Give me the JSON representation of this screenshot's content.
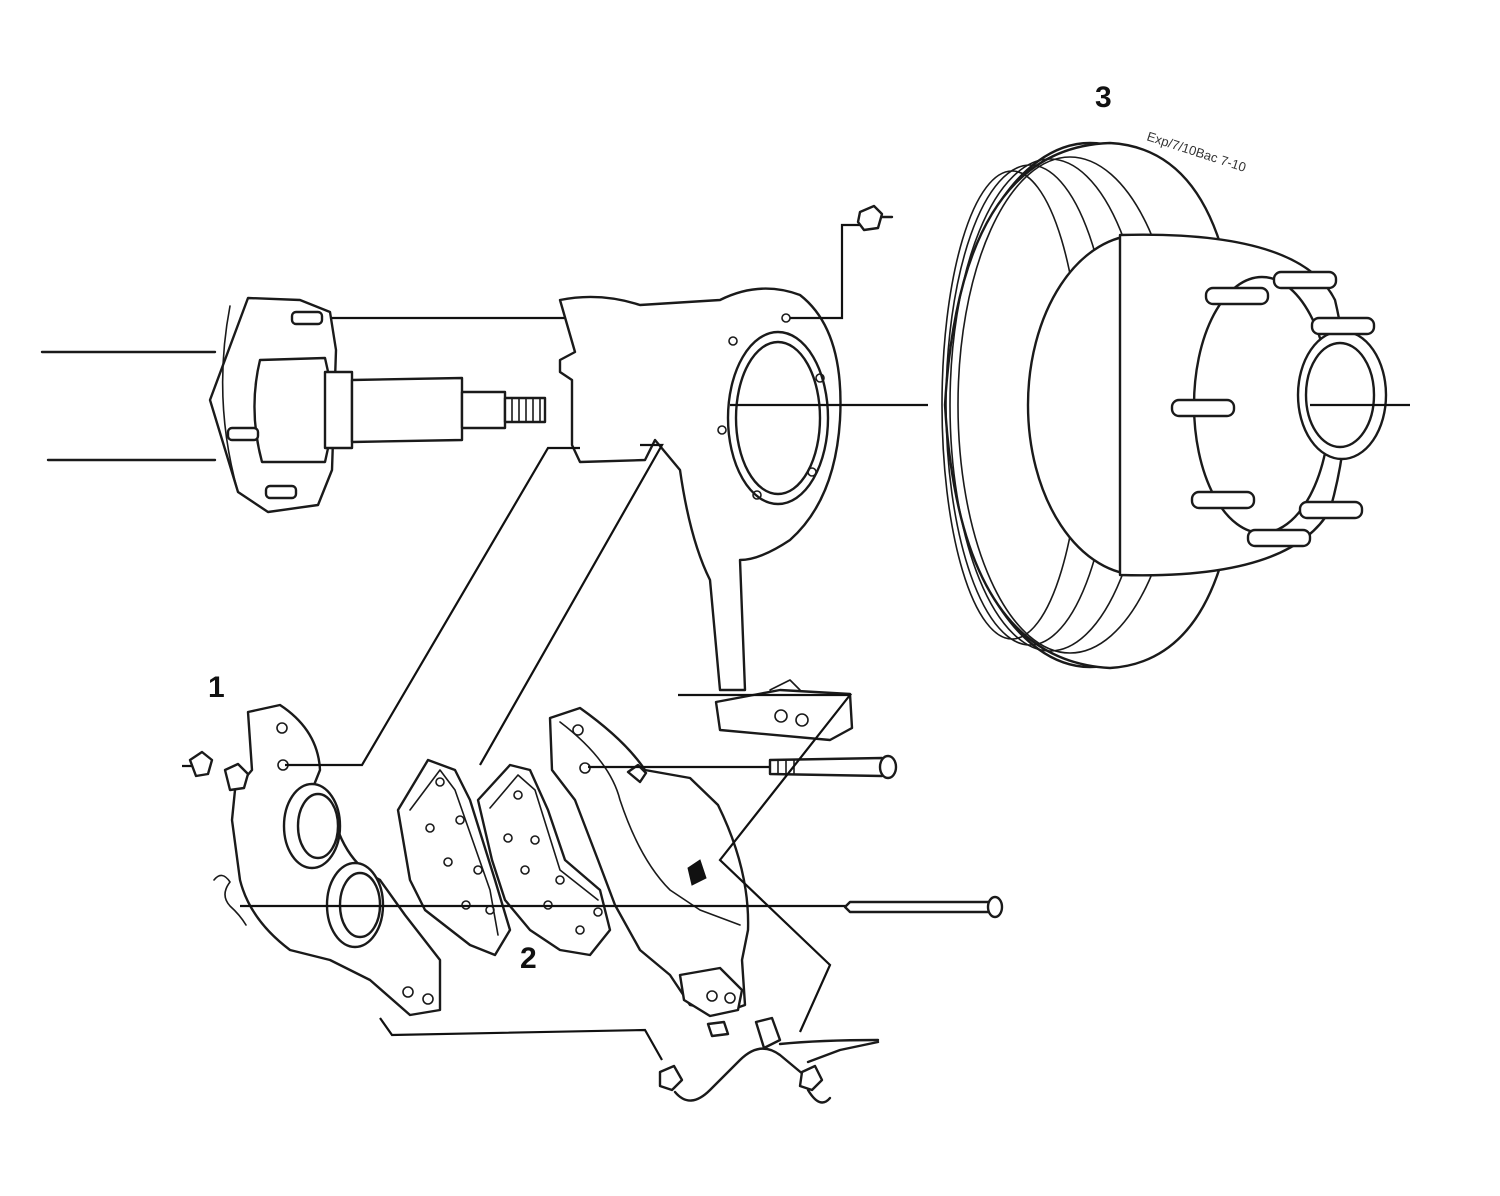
{
  "diagram": {
    "callouts": [
      {
        "id": "1",
        "label": "1"
      },
      {
        "id": "2",
        "label": "2"
      },
      {
        "id": "3",
        "label": "3"
      }
    ],
    "rotor_marking": "Exp/7/10Bac 7-10"
  },
  "colors": {
    "line": "#1a1a1a",
    "background": "#ffffff"
  }
}
